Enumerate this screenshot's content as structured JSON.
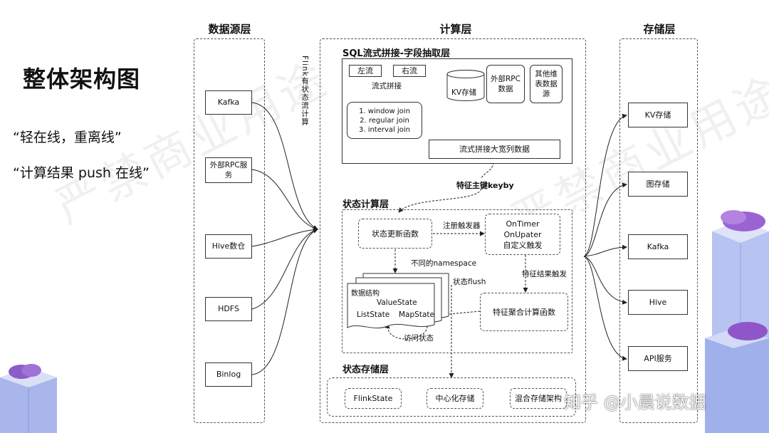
{
  "slide": {
    "title": "整体架构图",
    "quote1": "“轻在线，重离线”",
    "quote2": "“计算结果 push 在线”",
    "watermark": "严禁商业用途",
    "zhihu": "知乎 @小晨说数据"
  },
  "columns": {
    "source": "数据源层",
    "compute": "计算层",
    "storage": "存储层"
  },
  "sources": [
    "Kafka",
    "外部RPC服务",
    "Hive数仓",
    "HDFS",
    "Binlog"
  ],
  "flink_label": "Flink有状态流计算",
  "sql_section": {
    "title": "SQL流式拼接-字段抽取层",
    "left_stream": "左流",
    "right_stream": "右流",
    "join_label": "流式拼接",
    "join_types": [
      "1. window join",
      "2. regular join",
      "3. interval join"
    ],
    "kv": "KV存储",
    "rpc": "外部RPC数据",
    "dim": "其他维表数据源",
    "wide": "流式拼接大宽列数据"
  },
  "keyby": "特征主键keyby",
  "state_section": {
    "title": "状态计算层",
    "update_fn": "状态更新函数",
    "register": "注册触发器",
    "triggers": [
      "OnTimer",
      "OnUpater",
      "自定义触发"
    ],
    "namespace": "不同的namespace",
    "flush": "状态flush",
    "data_struct": "数据结构",
    "value_state": "ValueState",
    "list_state": "ListState",
    "map_state": "MapState",
    "access": "访问状态",
    "result_trigger": "特征结果触发",
    "agg_fn": "特征聚合计算函数"
  },
  "storage_section": {
    "title": "状态存储层",
    "items": [
      "FlinkState",
      "中心化存储",
      "混合存储架构"
    ]
  },
  "outputs": [
    "KV存储",
    "图存储",
    "Kafka",
    "Hive",
    "API服务"
  ],
  "colors": {
    "frame": "#333333",
    "art_blue": "#7b8fd6",
    "art_light": "#c9d2f2"
  }
}
